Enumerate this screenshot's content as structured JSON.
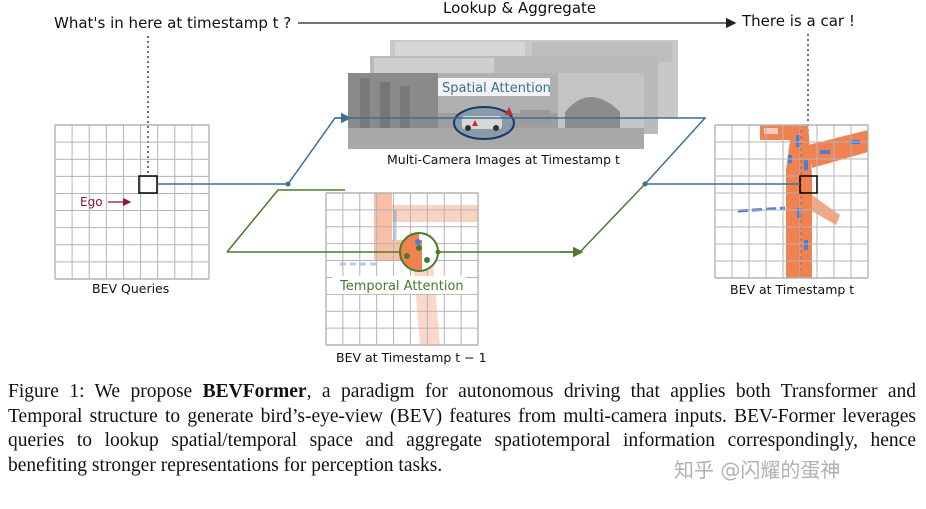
{
  "figure": {
    "question": "What's in here at timestamp t ?",
    "lookup_label": "Lookup & Aggregate",
    "answer": "There is a car !",
    "spatial_attention": "Spatial Attention",
    "camera_caption": "Multi-Camera Images at Timestamp t",
    "ego_label": "Ego",
    "bev_queries_label": "BEV Queries",
    "temporal_attention": "Temporal Attention",
    "bev_prev_label": "BEV at Timestamp t − 1",
    "bev_current_label": "BEV at Timestamp t",
    "colors": {
      "spatial": "#3a6f96",
      "temporal": "#4b7a2c",
      "road": "#ef8250",
      "vehicle": "#4b7fd4",
      "grid": "#b4b4b4",
      "ego": "#8b1a2a"
    }
  },
  "caption": {
    "prefix": "Figure 1: We propose ",
    "bold": "BEVFormer",
    "rest": ", a paradigm for autonomous driving that applies both Transformer and Temporal structure to generate bird’s-eye-view (BEV) features from multi-camera inputs. BEV-Former leverages queries to lookup spatial/temporal space and aggregate spatiotemporal information correspondingly, hence benefiting stronger representations for perception tasks."
  },
  "watermark": "知乎 @闪耀的蛋神"
}
